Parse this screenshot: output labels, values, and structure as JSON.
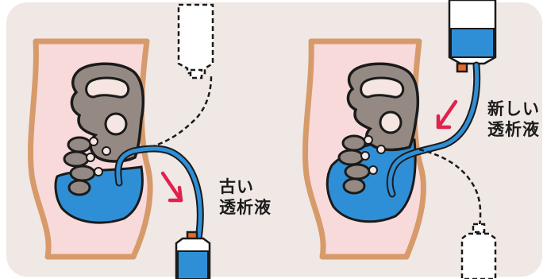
{
  "left_panel": {
    "label_line1": "古い",
    "label_line2": "透析液"
  },
  "right_panel": {
    "label_line1": "新しい",
    "label_line2": "透析液"
  },
  "colors": {
    "background": "#efe8e4",
    "body_fill": "#f8dada",
    "body_outline": "#d79a6a",
    "organ_fill": "#948a83",
    "fluid": "#2f8fd6",
    "arrow": "#e0224e",
    "cap": "#e86a2a",
    "outline": "#1a1a1a"
  },
  "icons": [
    "flow-arrow-icon",
    "dialysate-bag-icon"
  ]
}
